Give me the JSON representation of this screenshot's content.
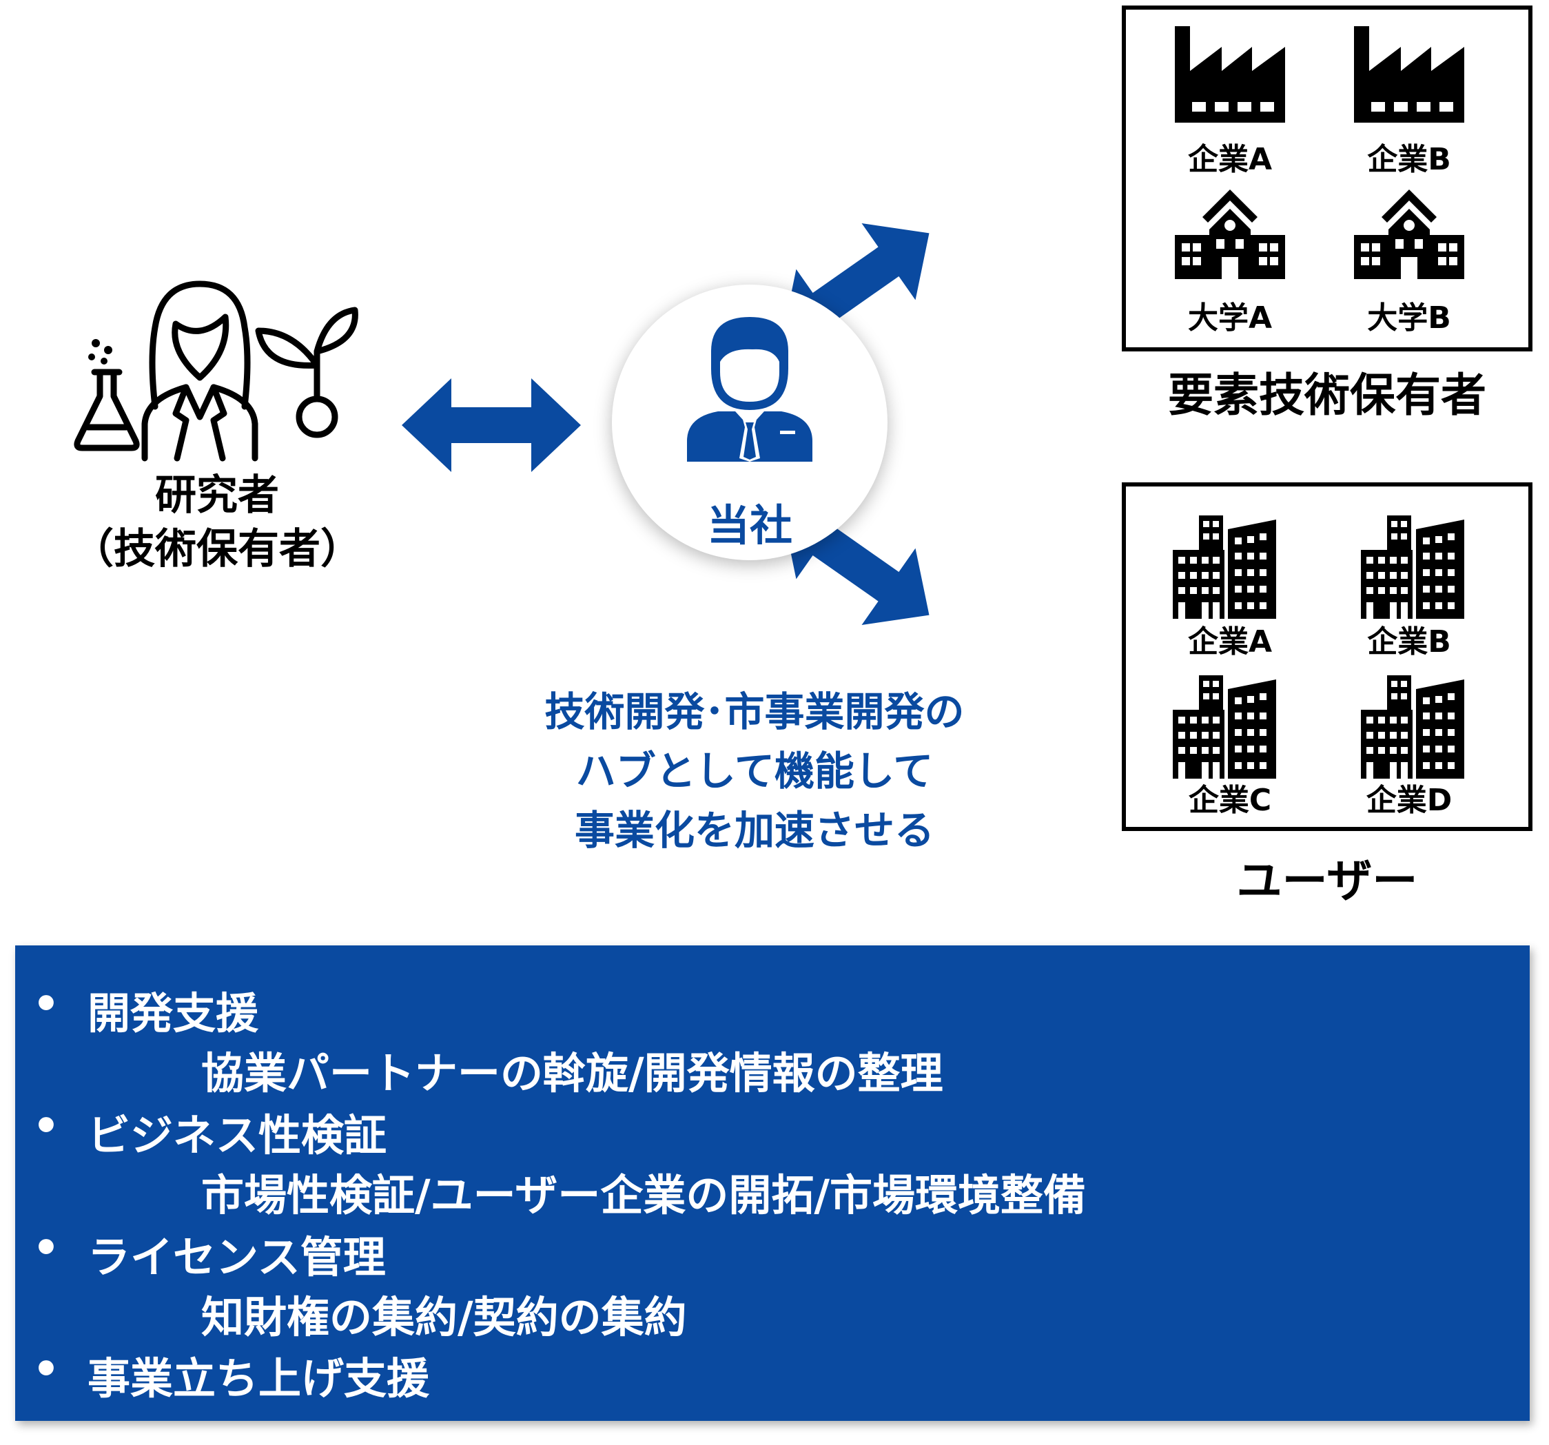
{
  "researcher": {
    "line1": "研究者",
    "line2": "（技術保有者）"
  },
  "company": {
    "label": "当社"
  },
  "hub": {
    "line1": "技術開発･市事業開発の",
    "line2": "ハブとして機能して",
    "line3": "事業化を加速させる"
  },
  "tech_holders": {
    "title": "要素技術保有者",
    "items": [
      "企業A",
      "企業B",
      "大学A",
      "大学B"
    ]
  },
  "users": {
    "title": "ユーザー",
    "items": [
      "企業A",
      "企業B",
      "企業C",
      "企業D"
    ]
  },
  "services": {
    "bullet": "•",
    "items": [
      {
        "title": "開発支援",
        "detail": "協業パートナーの斡旋/開発情報の整理"
      },
      {
        "title": "ビジネス性検証",
        "detail": "市場性検証/ユーザー企業の開拓/市場環境整備"
      },
      {
        "title": "ライセンス管理",
        "detail": "知財権の集約/契約の集約"
      },
      {
        "title": "事業立ち上げ支援",
        "detail": ""
      }
    ]
  },
  "colors": {
    "brand_blue": "#0a4aa0",
    "icon_black": "#000000",
    "text_white": "#ffffff"
  },
  "icons": [
    "researcher-icon",
    "sprout-icon",
    "flask-icon",
    "businessman-icon",
    "factory-icon",
    "school-icon",
    "office-building-icon",
    "double-arrow-icon"
  ]
}
